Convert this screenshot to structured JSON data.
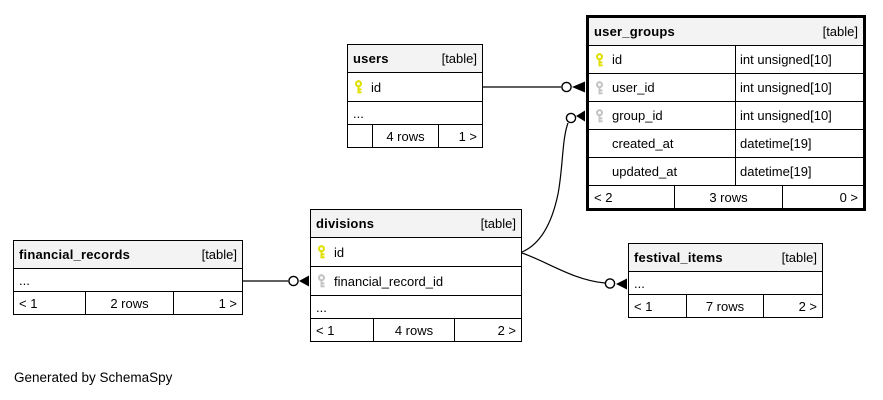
{
  "caption": "Generated by SchemaSpy",
  "colors": {
    "primary_key": "#e0e000",
    "foreign_key": "#c4c4c4",
    "header_bg": "#f3f3f3",
    "border": "#000000",
    "background": "#ffffff"
  },
  "tables": {
    "users": {
      "title": "users",
      "tag": "[table]",
      "columns": [
        {
          "name": "id",
          "key": "primary"
        }
      ],
      "ellipsis": "...",
      "footer": {
        "left": "",
        "center": "4 rows",
        "right": "1 >"
      }
    },
    "user_groups": {
      "title": "user_groups",
      "tag": "[table]",
      "columns": [
        {
          "name": "id",
          "key": "primary",
          "type": "int unsigned[10]"
        },
        {
          "name": "user_id",
          "key": "foreign",
          "type": "int unsigned[10]"
        },
        {
          "name": "group_id",
          "key": "foreign",
          "type": "int unsigned[10]"
        },
        {
          "name": "created_at",
          "key": "none",
          "type": "datetime[19]"
        },
        {
          "name": "updated_at",
          "key": "none",
          "type": "datetime[19]"
        }
      ],
      "footer": {
        "left": "< 2",
        "center": "3 rows",
        "right": "0 >"
      }
    },
    "divisions": {
      "title": "divisions",
      "tag": "[table]",
      "columns": [
        {
          "name": "id",
          "key": "primary"
        },
        {
          "name": "financial_record_id",
          "key": "foreign"
        }
      ],
      "ellipsis": "...",
      "footer": {
        "left": "< 1",
        "center": "4 rows",
        "right": "2 >"
      }
    },
    "financial_records": {
      "title": "financial_records",
      "tag": "[table]",
      "ellipsis": "...",
      "footer": {
        "left": "< 1",
        "center": "2 rows",
        "right": "1 >"
      }
    },
    "festival_items": {
      "title": "festival_items",
      "tag": "[table]",
      "ellipsis": "...",
      "footer": {
        "left": "< 1",
        "center": "7 rows",
        "right": "2 >"
      }
    }
  },
  "relationships": [
    {
      "from": "users.id",
      "to": "user_groups.user_id"
    },
    {
      "from": "divisions.id",
      "to": "user_groups.group_id"
    },
    {
      "from": "financial_records",
      "to": "divisions.financial_record_id"
    },
    {
      "from": "divisions.id",
      "to": "festival_items"
    }
  ]
}
